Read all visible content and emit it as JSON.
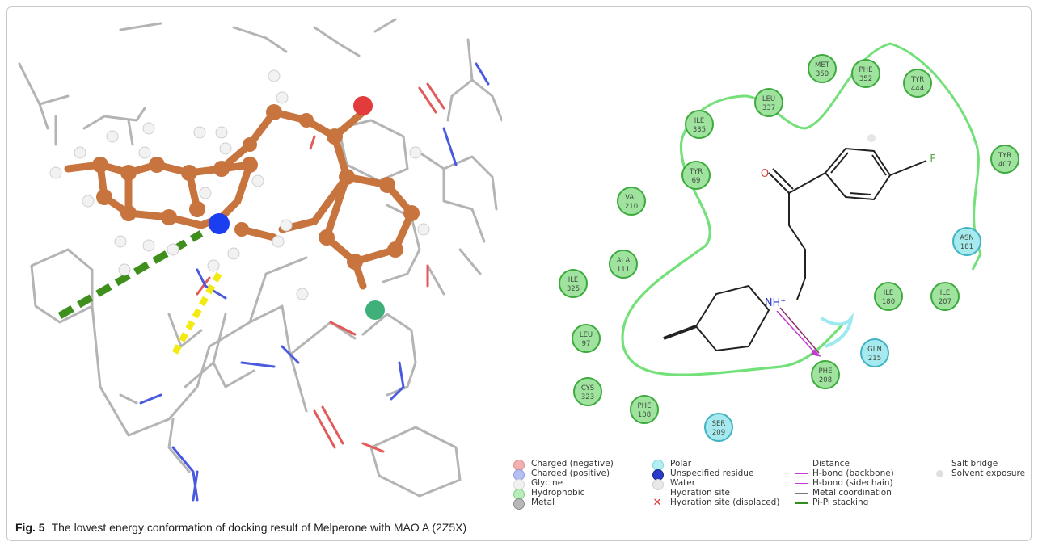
{
  "residues": [
    {
      "id": "met350",
      "name": "MET",
      "num": "350",
      "kind": "hydrophobic"
    },
    {
      "id": "phe352",
      "name": "PHE",
      "num": "352",
      "kind": "hydrophobic"
    },
    {
      "id": "tyr444",
      "name": "TYR",
      "num": "444",
      "kind": "hydrophobic"
    },
    {
      "id": "leu337",
      "name": "LEU",
      "num": "337",
      "kind": "hydrophobic"
    },
    {
      "id": "ile335",
      "name": "ILE",
      "num": "335",
      "kind": "hydrophobic"
    },
    {
      "id": "tyr407",
      "name": "TYR",
      "num": "407",
      "kind": "hydrophobic"
    },
    {
      "id": "tyr69",
      "name": "TYR",
      "num": "69",
      "kind": "hydrophobic"
    },
    {
      "id": "val210",
      "name": "VAL",
      "num": "210",
      "kind": "hydrophobic"
    },
    {
      "id": "asn181",
      "name": "ASN",
      "num": "181",
      "kind": "polar"
    },
    {
      "id": "ala111",
      "name": "ALA",
      "num": "111",
      "kind": "hydrophobic"
    },
    {
      "id": "ile325",
      "name": "ILE",
      "num": "325",
      "kind": "hydrophobic"
    },
    {
      "id": "ile180",
      "name": "ILE",
      "num": "180",
      "kind": "hydrophobic"
    },
    {
      "id": "ile207",
      "name": "ILE",
      "num": "207",
      "kind": "hydrophobic"
    },
    {
      "id": "leu97",
      "name": "LEU",
      "num": "97",
      "kind": "hydrophobic"
    },
    {
      "id": "gln215",
      "name": "GLN",
      "num": "215",
      "kind": "polar"
    },
    {
      "id": "phe208",
      "name": "PHE",
      "num": "208",
      "kind": "hydrophobic"
    },
    {
      "id": "cys323",
      "name": "CYS",
      "num": "323",
      "kind": "hydrophobic"
    },
    {
      "id": "phe108",
      "name": "PHE",
      "num": "108",
      "kind": "hydrophobic"
    },
    {
      "id": "ser209",
      "name": "SER",
      "num": "209",
      "kind": "polar"
    }
  ],
  "ligand_atoms": {
    "oxygen": "O",
    "fluorine": "F",
    "nitrogen": "NH⁺"
  },
  "legend": {
    "col1": [
      "Charged (negative)",
      "Charged (positive)",
      "Glycine",
      "Hydrophobic",
      "Metal"
    ],
    "col2": [
      "Polar",
      "Unspecified residue",
      "Water",
      "Hydration site",
      "Hydration site (displaced)"
    ],
    "col3": [
      "Distance",
      "H-bond (backbone)",
      "H-bond (sidechain)",
      "Metal coordination",
      "Pi-Pi stacking"
    ],
    "col4": [
      "Salt bridge",
      "Solvent exposure"
    ]
  },
  "caption": {
    "label": "Fig. 5",
    "text": "The lowest energy conformation of docking result of Melperone with MAO A (2Z5X)"
  },
  "colors": {
    "hydrophobic_fill": "#9fe39f",
    "hydrophobic_stroke": "#3daa3d",
    "polar_fill": "#a6e9ef",
    "polar_stroke": "#3fb3c2",
    "pocket": "#74e07a",
    "carbon": "#c8743f",
    "hbond": "#f2ea12",
    "pipi": "#3f8f1d",
    "salt_bridge": "#8a2f6c",
    "hbond_arrow": "#c23ad1"
  }
}
